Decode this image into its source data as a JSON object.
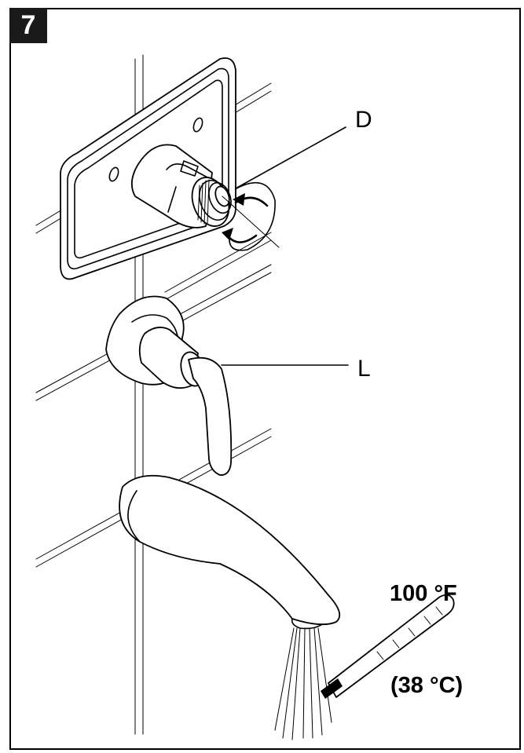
{
  "step": {
    "number": "7"
  },
  "labels": {
    "d": "D",
    "l": "L"
  },
  "temperature": {
    "fahrenheit": "100 °F",
    "celsius": "(38 °C)"
  },
  "icons": [
    "rotation-arrow-icon",
    "thermometer-icon"
  ]
}
